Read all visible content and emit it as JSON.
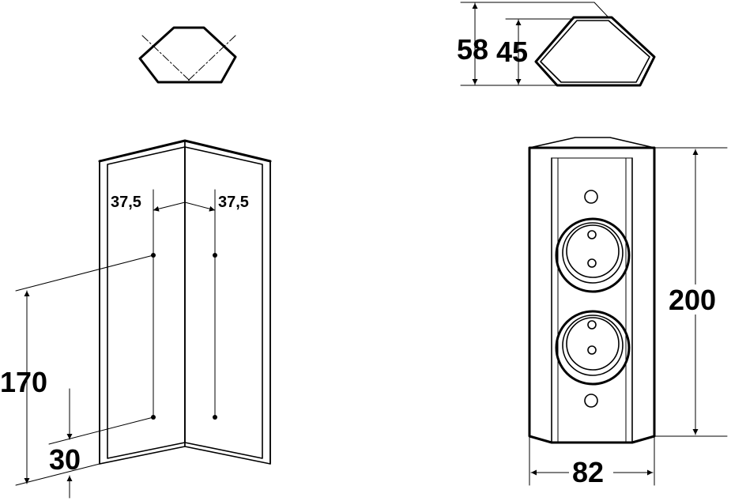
{
  "dimensions": {
    "depth_outer": "58",
    "depth_inner": "45",
    "offset_left": "37,5",
    "offset_right": "37,5",
    "hole_spacing": "170",
    "hole_bottom": "30",
    "height": "200",
    "width": "82"
  },
  "colors": {
    "line": "#000000",
    "background": "#ffffff"
  }
}
